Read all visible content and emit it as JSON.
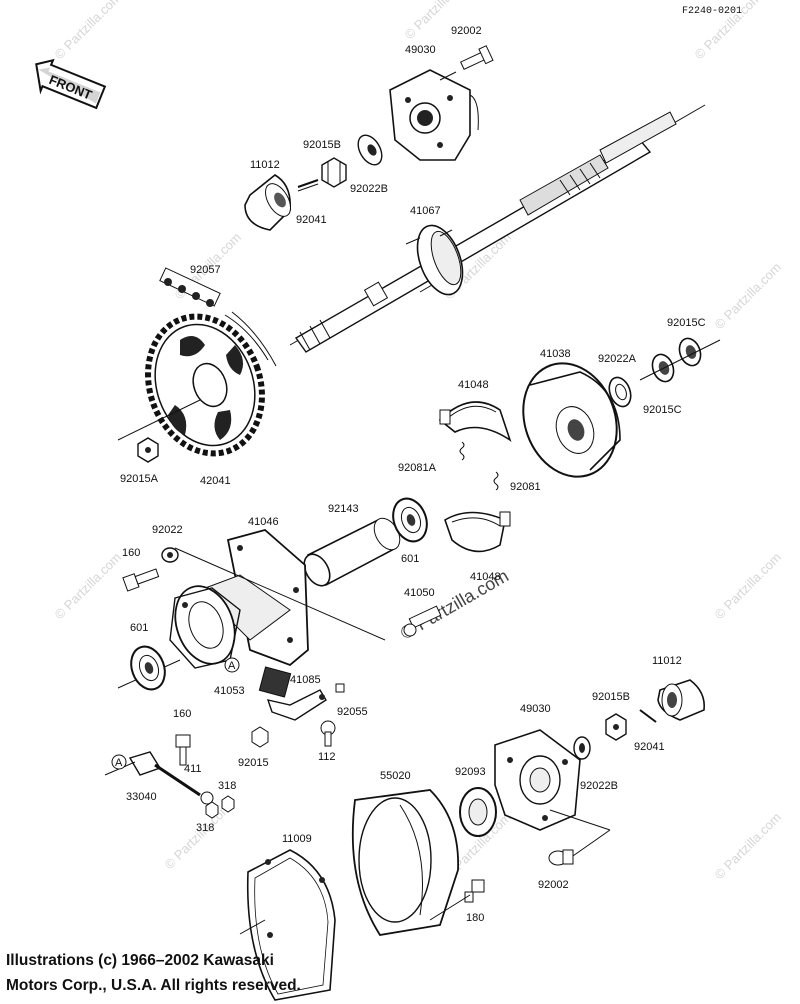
{
  "diagram_code": "F2240-0201",
  "front_label": "FRONT",
  "watermark": "© Partzilla.com",
  "parts": {
    "p92002_top": "92002",
    "p49030_top": "49030",
    "p92015B_top": "92015B",
    "p11012_top": "11012",
    "p92022B_top": "92022B",
    "p92041_top": "92041",
    "p41067": "41067",
    "p92057": "92057",
    "p92015C_a": "92015C",
    "p41038": "41038",
    "p92022A": "92022A",
    "p92015C_b": "92015C",
    "p41048_top": "41048",
    "p92015A": "92015A",
    "p42041": "42041",
    "p92081A": "92081A",
    "p92081": "92081",
    "p92022": "92022",
    "p41046": "41046",
    "p92143": "92143",
    "p160_a": "160",
    "p601_a": "601",
    "p41048_b": "41048",
    "p41050": "41050",
    "p601_b": "601",
    "p41085": "41085",
    "p41053": "41053",
    "p92055": "92055",
    "p11012_b": "11012",
    "p160_b": "160",
    "p92015": "92015",
    "p112": "112",
    "p49030_b": "49030",
    "p92015B_b": "92015B",
    "p92041_b": "92041",
    "pA_1": "A",
    "pA_2": "A",
    "p411": "411",
    "p318_a": "318",
    "p33040": "33040",
    "p318_b": "318",
    "p55020": "55020",
    "p92093": "92093",
    "p92022B_b": "92022B",
    "p11009": "11009",
    "p92002_b": "92002",
    "p180": "180"
  },
  "copyright_line1": "Illustrations (c) 1966–2002 Kawasaki",
  "copyright_line2": "Motors Corp., U.S.A.  All rights reserved."
}
